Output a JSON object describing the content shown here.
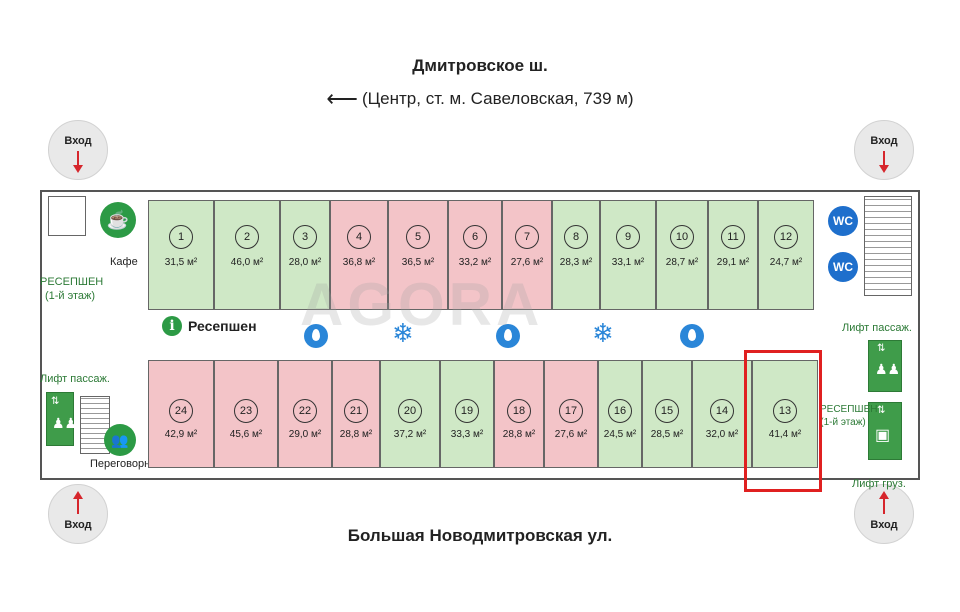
{
  "streets": {
    "top": "Дмитровское ш.",
    "top_note": "(Центр, ст. м. Савеловская, 739 м)",
    "bottom": "Большая Новодмитровская ул."
  },
  "entries": {
    "label": "Вход"
  },
  "labels": {
    "cafe": "Кафе",
    "reception_main": "Ресепшен",
    "reception_left": "РЕСЕПШЕН",
    "reception_left_floor": "(1-й этаж)",
    "reception_right": "РЕСЕПШЕН",
    "reception_right_floor": "(1-й этаж)",
    "lift_pass_left": "Лифт пассаж.",
    "lift_pass_right": "Лифт пассаж.",
    "lift_cargo": "Лифт груз.",
    "meeting": "Переговорная",
    "wc": "WC",
    "watermark": "AGORA"
  },
  "colors": {
    "available": "#cfe8c6",
    "occupied": "#f3c4c8",
    "highlight": "#e02020"
  },
  "rooms_top": [
    {
      "num": "1",
      "area": "31,5 м²",
      "status": "available"
    },
    {
      "num": "2",
      "area": "46,0 м²",
      "status": "available"
    },
    {
      "num": "3",
      "area": "28,0 м²",
      "status": "available"
    },
    {
      "num": "4",
      "area": "36,8 м²",
      "status": "occupied"
    },
    {
      "num": "5",
      "area": "36,5 м²",
      "status": "occupied"
    },
    {
      "num": "6",
      "area": "33,2 м²",
      "status": "occupied"
    },
    {
      "num": "7",
      "area": "27,6 м²",
      "status": "occupied"
    },
    {
      "num": "8",
      "area": "28,3 м²",
      "status": "available"
    },
    {
      "num": "9",
      "area": "33,1 м²",
      "status": "available"
    },
    {
      "num": "10",
      "area": "28,7 м²",
      "status": "available"
    },
    {
      "num": "11",
      "area": "29,1 м²",
      "status": "available"
    },
    {
      "num": "12",
      "area": "24,7 м²",
      "status": "available"
    }
  ],
  "rooms_bottom": [
    {
      "num": "24",
      "area": "42,9 м²",
      "status": "occupied"
    },
    {
      "num": "23",
      "area": "45,6 м²",
      "status": "occupied"
    },
    {
      "num": "22",
      "area": "29,0 м²",
      "status": "occupied"
    },
    {
      "num": "21",
      "area": "28,8 м²",
      "status": "occupied"
    },
    {
      "num": "20",
      "area": "37,2 м²",
      "status": "available"
    },
    {
      "num": "19",
      "area": "33,3 м²",
      "status": "available"
    },
    {
      "num": "18",
      "area": "28,8 м²",
      "status": "occupied"
    },
    {
      "num": "17",
      "area": "27,6 м²",
      "status": "occupied"
    },
    {
      "num": "16",
      "area": "24,5 м²",
      "status": "available"
    },
    {
      "num": "15",
      "area": "28,5 м²",
      "status": "available"
    },
    {
      "num": "14",
      "area": "32,0 м²",
      "status": "available"
    },
    {
      "num": "13",
      "area": "41,4 м²",
      "status": "available"
    }
  ]
}
